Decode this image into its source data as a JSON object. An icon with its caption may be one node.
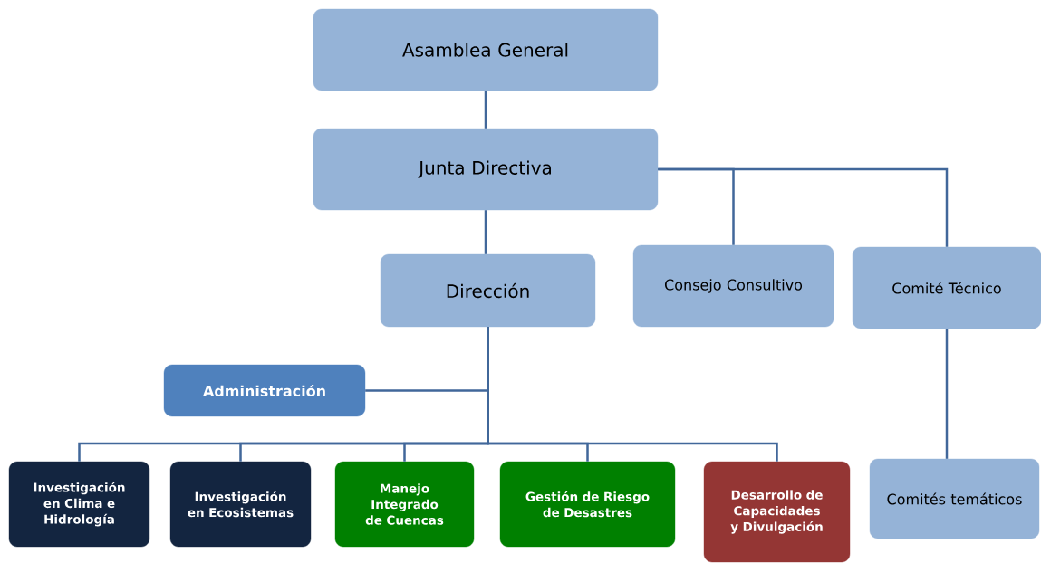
{
  "diagram": {
    "nodes": [
      {
        "text": [
          "Asamblea General"
        ]
      },
      {
        "text": [
          "Junta Directiva"
        ]
      },
      {
        "text": [
          "Dirección"
        ]
      },
      {
        "text": [
          "Consejo Consultivo"
        ]
      },
      {
        "text": [
          "Comité Técnico"
        ]
      },
      {
        "text": [
          "Administración"
        ]
      },
      {
        "text": [
          "Investigación en Clima e Hidrología"
        ]
      },
      {
        "text": [
          "Investigación en Ecosistemas"
        ]
      },
      {
        "text": [
          "Manejo Integrado de Cuencas"
        ]
      },
      {
        "text": [
          "Gestión de Riesgo de Desastres"
        ]
      },
      {
        "text": [
          "Desarrollo de Capacidades y Divulgación"
        ]
      },
      {
        "text": [
          "Comités temáticos"
        ]
      }
    ],
    "edges": [
      {
        "from": 0,
        "to": 1,
        "arrow": "none"
      },
      {
        "from": 1,
        "to": 2,
        "arrow": "none"
      },
      {
        "from": 1,
        "to": 3,
        "arrow": "none"
      },
      {
        "from": 1,
        "to": 4,
        "arrow": "none"
      },
      {
        "from": 2,
        "to": 5,
        "arrow": "none"
      },
      {
        "from": 2,
        "to": 6,
        "arrow": "none"
      },
      {
        "from": 2,
        "to": 7,
        "arrow": "none"
      },
      {
        "from": 2,
        "to": 8,
        "arrow": "none"
      },
      {
        "from": 2,
        "to": 9,
        "arrow": "none"
      },
      {
        "from": 2,
        "to": 10,
        "arrow": "none"
      },
      {
        "from": 4,
        "to": 11,
        "arrow": "none"
      }
    ]
  }
}
